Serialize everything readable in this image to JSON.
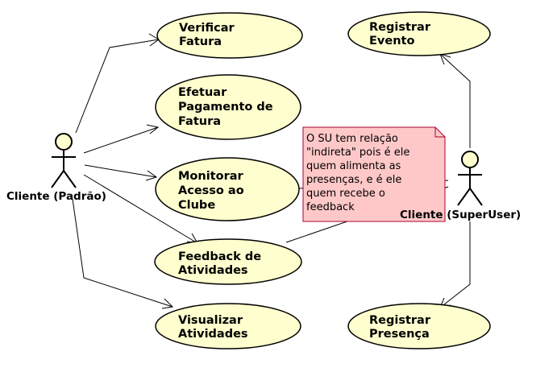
{
  "diagram": {
    "colors": {
      "usecase_fill": "#FEFECE",
      "usecase_stroke": "#000000",
      "note_fill": "#FFC8C8",
      "note_stroke": "#A80036",
      "line": "#000000",
      "background": "#FFFFFF"
    },
    "actors": {
      "padrao": {
        "label": "Cliente (Padrão)"
      },
      "superuser": {
        "label": "Cliente (SuperUser)"
      }
    },
    "usecases": {
      "verificar_fatura": {
        "lines": [
          "Verificar",
          "Fatura"
        ]
      },
      "efetuar_pagamento": {
        "lines": [
          "Efetuar",
          "Pagamento de",
          "Fatura"
        ]
      },
      "monitorar_acesso": {
        "lines": [
          "Monitorar",
          "Acesso ao",
          "Clube"
        ]
      },
      "feedback_atividades": {
        "lines": [
          "Feedback de",
          "Atividades"
        ]
      },
      "visualizar_atividades": {
        "lines": [
          "Visualizar",
          "Atividades"
        ]
      },
      "registrar_evento": {
        "lines": [
          "Registrar",
          "Evento"
        ]
      },
      "registrar_presenca": {
        "lines": [
          "Registrar",
          "Presença"
        ]
      }
    },
    "note": {
      "lines": [
        "O SU tem relação",
        "\"indireta\" pois é ele",
        "quem alimenta as",
        "presenças, e é ele",
        "quem recebe o",
        "feedback"
      ]
    }
  }
}
